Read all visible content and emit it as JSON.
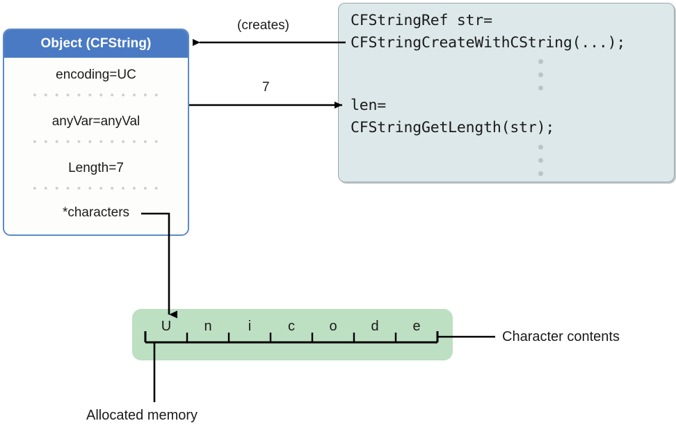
{
  "object_box": {
    "title": "Object (CFString)",
    "rows": [
      {
        "text": "encoding=UC"
      },
      {
        "text": "anyVar=anyVal"
      },
      {
        "text": "Length=7"
      },
      {
        "text": "*characters"
      }
    ]
  },
  "code_box": {
    "lines": [
      "CFStringRef str=",
      "CFStringCreateWithCString(...);",
      "len=",
      "CFStringGetLength(str);"
    ],
    "ellipsis": "⋮"
  },
  "arrows": {
    "creates_label": "(creates)",
    "length_label": "7"
  },
  "memory_block": {
    "characters": [
      "U",
      "n",
      "i",
      "c",
      "o",
      "d",
      "e"
    ],
    "string": "Unicode",
    "cell_count": 7
  },
  "callouts": {
    "character_contents": "Character contents",
    "allocated_memory": "Allocated memory"
  },
  "colors": {
    "object_header": "#4a7ac4",
    "object_border": "#5b8ac7",
    "code_background": "#dde8ea",
    "code_border": "#9aa7ab",
    "memory_background": "#bddfc2",
    "line": "#000000",
    "dot_separator": "#cfcfcf"
  }
}
